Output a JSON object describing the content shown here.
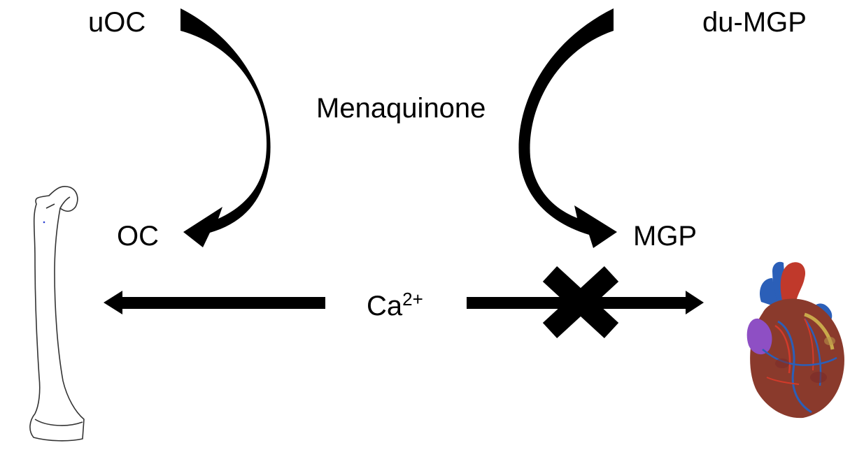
{
  "labels": {
    "uoc": "uOC",
    "oc": "OC",
    "du_mgp": "du-MGP",
    "mgp": "MGP",
    "menaquinone": "Menaquinone",
    "calcium_base": "Ca",
    "calcium_charge": "2+"
  },
  "icons": {
    "bone": "femur-bone-icon",
    "heart": "anatomical-heart-icon",
    "blocked": "cross-mark-icon"
  },
  "colors": {
    "ink": "#000000",
    "background": "#ffffff",
    "heart_muscle": "#8a3a2c",
    "heart_aorta": "#c0392b",
    "heart_vein": "#2b5fb8",
    "heart_atrium": "#8e4fc4"
  }
}
